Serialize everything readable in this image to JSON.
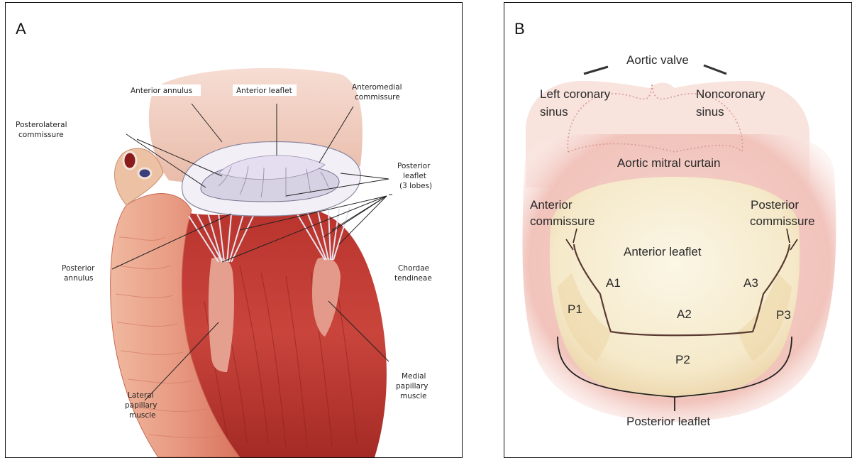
{
  "panel_a": {
    "letter": "A",
    "labels": {
      "anterior_annulus": "Anterior annulus",
      "anterior_leaflet": "Anterior leaflet",
      "anteromedial_1": "Anteromedial",
      "anteromedial_2": "commissure",
      "posterolateral_1": "Posterolateral",
      "posterolateral_2": "commissure",
      "posterior_leaflet_1": "Posterior",
      "posterior_leaflet_2": "leaflet",
      "posterior_leaflet_3": "(3 lobes)",
      "posterior_annulus_1": "Posterior",
      "posterior_annulus_2": "annulus",
      "chordae_1": "Chordae",
      "chordae_2": "tendineae",
      "lateral_pm_1": "Lateral",
      "lateral_pm_2": "papillary",
      "lateral_pm_3": "muscle",
      "medial_pm_1": "Medial",
      "medial_pm_2": "papillary",
      "medial_pm_3": "muscle"
    }
  },
  "panel_b": {
    "letter": "B",
    "labels": {
      "aortic_valve": "Aortic valve",
      "left_coronary_1": "Left coronary",
      "left_coronary_2": "sinus",
      "noncoronary_1": "Noncoronary",
      "noncoronary_2": "sinus",
      "aortic_mitral_curtain": "Aortic mitral curtain",
      "anterior_commissure_1": "Anterior",
      "anterior_commissure_2": "commissure",
      "posterior_commissure_1": "Posterior",
      "posterior_commissure_2": "commissure",
      "anterior_leaflet": "Anterior leaflet",
      "a1": "A1",
      "a2": "A2",
      "a3": "A3",
      "p1": "P1",
      "p2": "P2",
      "p3": "P3",
      "posterior_leaflet": "Posterior leaflet"
    }
  },
  "colors": {
    "muscle_red": "#c9453c",
    "muscle_light": "#e7a493",
    "tissue_pink": "#f2c6c0",
    "leaflet_cream": "#f7edd2",
    "valve_white": "#f2f0f6",
    "line": "#222222"
  }
}
